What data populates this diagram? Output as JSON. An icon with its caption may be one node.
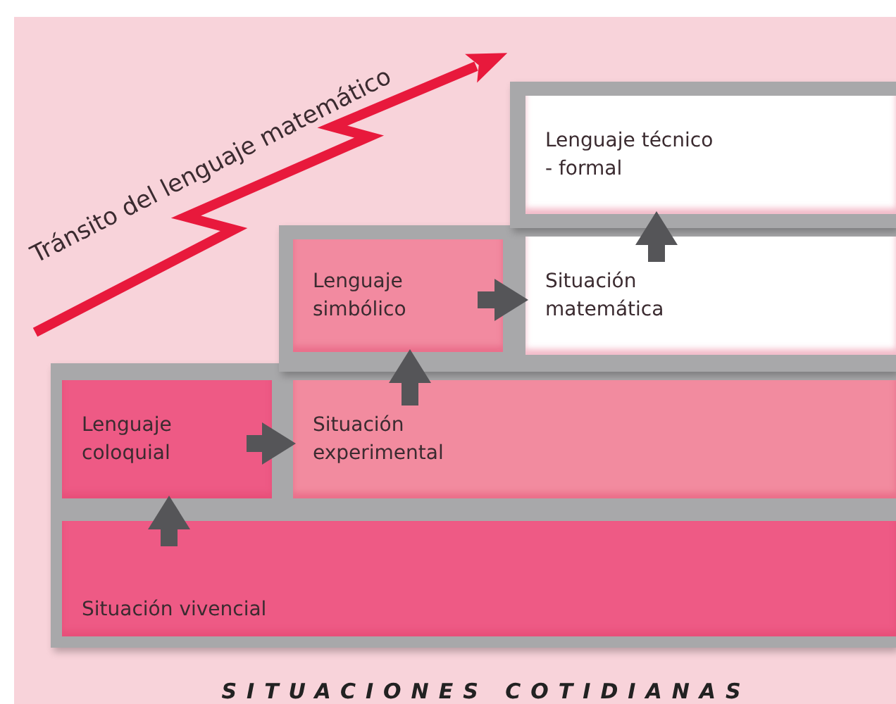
{
  "diagram": {
    "nodes": [
      {
        "text": [
          "Lenguaje técnico - formal"
        ]
      },
      {
        "text": [
          "Situación matemática"
        ]
      },
      {
        "text": [
          "Lenguaje simbólico"
        ]
      },
      {
        "text": [
          "Situación experimental"
        ]
      },
      {
        "text": [
          "Lenguaje coloquial"
        ]
      },
      {
        "text": [
          "Situación vivencial"
        ]
      }
    ],
    "edges": [
      {
        "from": 5,
        "to": 4,
        "arrow": "to"
      },
      {
        "from": 4,
        "to": 3,
        "arrow": "to"
      },
      {
        "from": 3,
        "to": 2,
        "arrow": "to"
      },
      {
        "from": 2,
        "to": 1,
        "arrow": "to"
      },
      {
        "from": 1,
        "to": 0,
        "arrow": "to"
      }
    ],
    "labels": [
      "Tránsito del lenguaje matemático",
      "SITUACIONES COTIDIANAS"
    ]
  }
}
